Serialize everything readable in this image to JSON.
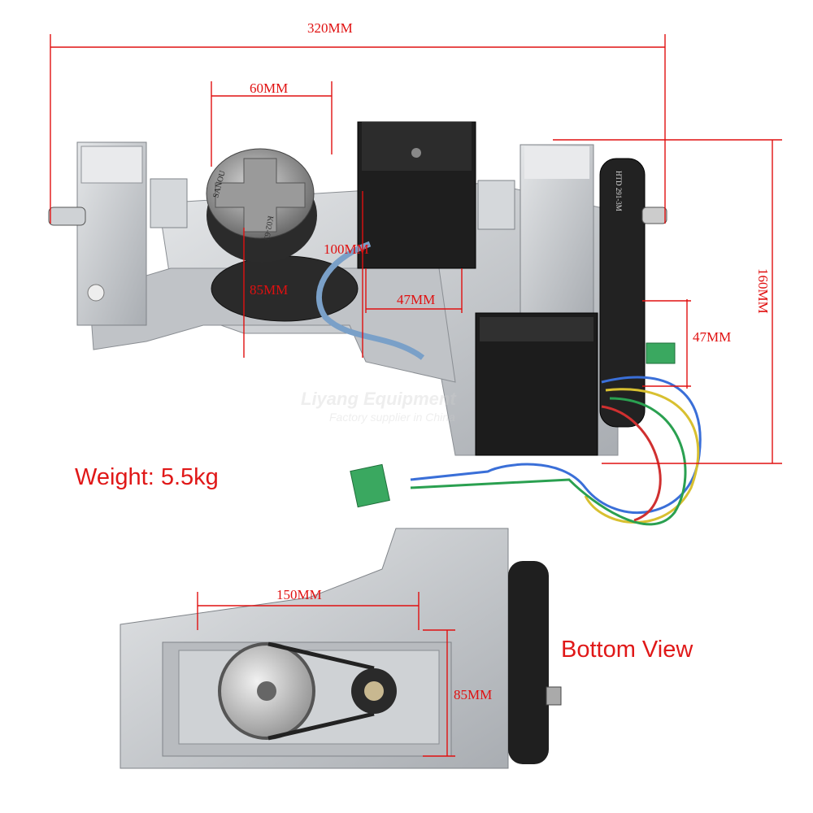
{
  "dimensions": {
    "overall_length": "320MM",
    "chuck_diameter": "60MM",
    "center_height": "100MM",
    "pulley_height": "85MM",
    "motor_width_top": "47MM",
    "motor_width_side": "47MM",
    "overall_height": "160MM",
    "bottom_hole_spacing": "150MM",
    "bottom_hole_height": "85MM"
  },
  "weight_label": "Weight: 5.5kg",
  "bottom_view_label": "Bottom View",
  "chuck_markings": {
    "brand": "SANOU",
    "model": "K02-63"
  },
  "belt_marking": "HTD 291-3M",
  "watermark": {
    "line1": "Liyang Equipment Ltd",
    "line2": "Factory supplier in China"
  },
  "colors": {
    "annotation": "#e01010",
    "aluminum": "#c9ccd0",
    "motor": "#1c1c1c",
    "terminal": "#3aa860"
  }
}
